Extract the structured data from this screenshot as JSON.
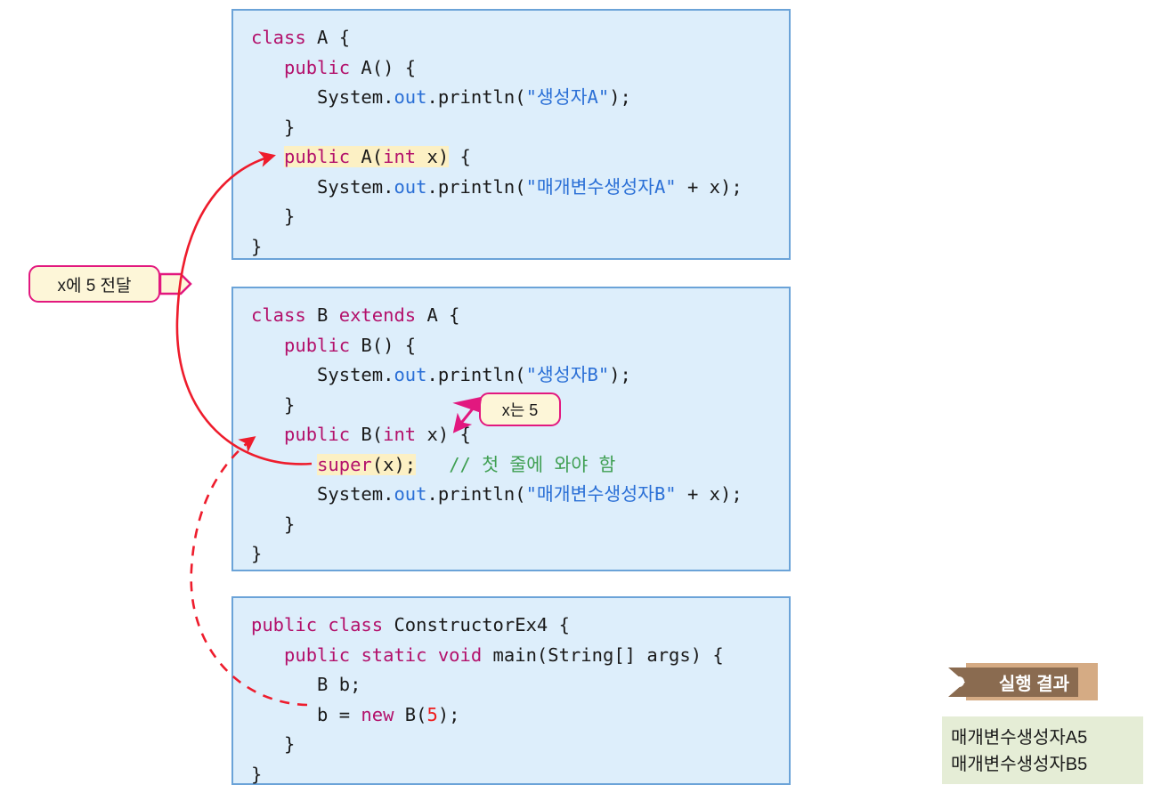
{
  "figure": {
    "title": "Java constructor inheritance diagram",
    "colors": {
      "code_box_fill": "#ddeefb",
      "code_box_border": "#6ba3d8",
      "keyword": "#b3106b",
      "string": "#2a6fd6",
      "number": "#ee1c1c",
      "comment": "#3f9f52",
      "highlight": "#fcf0c4",
      "arrow_red": "#ee1c2c",
      "bubble_border": "#e2187f",
      "bubble_fill": "#fdf6d8",
      "tag_dark": "#8a6b50",
      "tag_light": "#d5ab84",
      "output_bg": "#e5edd6"
    }
  },
  "code_blocks": [
    {
      "id": "class-a",
      "lines": [
        [
          {
            "t": "class",
            "c": "kw"
          },
          {
            "t": " A {",
            "c": ""
          }
        ],
        [
          {
            "t": "   ",
            "c": ""
          },
          {
            "t": "public",
            "c": "kw"
          },
          {
            "t": " A() {",
            "c": ""
          }
        ],
        [
          {
            "t": "      System.",
            "c": ""
          },
          {
            "t": "out",
            "c": "fld"
          },
          {
            "t": ".println(",
            "c": ""
          },
          {
            "t": "\"생성자A\"",
            "c": "str"
          },
          {
            "t": ");",
            "c": ""
          }
        ],
        [
          {
            "t": "   }",
            "c": ""
          }
        ],
        [
          {
            "t": "   ",
            "c": ""
          },
          {
            "t": "public",
            "c": "kw hl"
          },
          {
            "t": " A(",
            "c": "hl"
          },
          {
            "t": "int",
            "c": "kw hl"
          },
          {
            "t": " x)",
            "c": "hl"
          },
          {
            "t": " {",
            "c": ""
          }
        ],
        [
          {
            "t": "      System.",
            "c": ""
          },
          {
            "t": "out",
            "c": "fld"
          },
          {
            "t": ".println(",
            "c": ""
          },
          {
            "t": "\"매개변수생성자A\"",
            "c": "str"
          },
          {
            "t": " + x);",
            "c": ""
          }
        ],
        [
          {
            "t": "   }",
            "c": ""
          }
        ],
        [
          {
            "t": "}",
            "c": ""
          }
        ]
      ]
    },
    {
      "id": "class-b",
      "lines": [
        [
          {
            "t": "class",
            "c": "kw"
          },
          {
            "t": " B ",
            "c": ""
          },
          {
            "t": "extends",
            "c": "kw"
          },
          {
            "t": " A {",
            "c": ""
          }
        ],
        [
          {
            "t": "   ",
            "c": ""
          },
          {
            "t": "public",
            "c": "kw"
          },
          {
            "t": " B() {",
            "c": ""
          }
        ],
        [
          {
            "t": "      System.",
            "c": ""
          },
          {
            "t": "out",
            "c": "fld"
          },
          {
            "t": ".println(",
            "c": ""
          },
          {
            "t": "\"생성자B\"",
            "c": "str"
          },
          {
            "t": ");",
            "c": ""
          }
        ],
        [
          {
            "t": "   }",
            "c": ""
          }
        ],
        [
          {
            "t": "   ",
            "c": ""
          },
          {
            "t": "public",
            "c": "kw"
          },
          {
            "t": " B(",
            "c": ""
          },
          {
            "t": "int",
            "c": "kw"
          },
          {
            "t": " x) {",
            "c": ""
          }
        ],
        [
          {
            "t": "      ",
            "c": ""
          },
          {
            "t": "super",
            "c": "kw hl"
          },
          {
            "t": "(x);",
            "c": "hl"
          },
          {
            "t": "   ",
            "c": ""
          },
          {
            "t": "// 첫 줄에 와야 함",
            "c": "cmt"
          }
        ],
        [
          {
            "t": "      System.",
            "c": ""
          },
          {
            "t": "out",
            "c": "fld"
          },
          {
            "t": ".println(",
            "c": ""
          },
          {
            "t": "\"매개변수생성자B\"",
            "c": "str"
          },
          {
            "t": " + x);",
            "c": ""
          }
        ],
        [
          {
            "t": "   }",
            "c": ""
          }
        ],
        [
          {
            "t": "}",
            "c": ""
          }
        ]
      ]
    },
    {
      "id": "class-constructor-ex4",
      "lines": [
        [
          {
            "t": "public",
            "c": "kw"
          },
          {
            "t": " ",
            "c": ""
          },
          {
            "t": "class",
            "c": "kw"
          },
          {
            "t": " ConstructorEx4 {",
            "c": ""
          }
        ],
        [
          {
            "t": "   ",
            "c": ""
          },
          {
            "t": "public",
            "c": "kw"
          },
          {
            "t": " ",
            "c": ""
          },
          {
            "t": "static",
            "c": "kw"
          },
          {
            "t": " ",
            "c": ""
          },
          {
            "t": "void",
            "c": "kw"
          },
          {
            "t": " main(String[] args) {",
            "c": ""
          }
        ],
        [
          {
            "t": "      B b;",
            "c": ""
          }
        ],
        [
          {
            "t": "      b = ",
            "c": ""
          },
          {
            "t": "new",
            "c": "kw"
          },
          {
            "t": " B(",
            "c": ""
          },
          {
            "t": "5",
            "c": "num"
          },
          {
            "t": ");",
            "c": ""
          }
        ],
        [
          {
            "t": "   }",
            "c": ""
          }
        ],
        [
          {
            "t": "}",
            "c": ""
          }
        ]
      ]
    }
  ],
  "callouts": {
    "pass_to_x": "x에 5 전달",
    "x_is_5": "x는 5"
  },
  "result_panel": {
    "tag_label": "실행 결과",
    "output_lines": [
      "매개변수생성자A5",
      "매개변수생성자B5"
    ]
  }
}
